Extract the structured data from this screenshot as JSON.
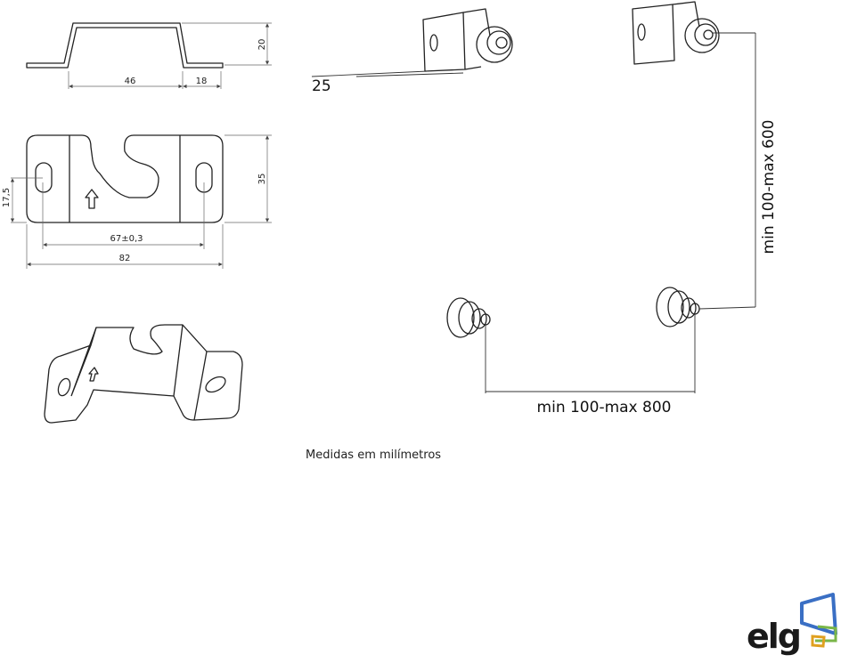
{
  "profile_view": {
    "dim_height": "20",
    "dim_center": "46",
    "dim_flange": "18"
  },
  "plate_view": {
    "dim_height": "35",
    "dim_slot_offset": "17,5",
    "dim_slot_spacing": "67±0,3",
    "dim_width": "82"
  },
  "mount_view": {
    "dim_depth": "25",
    "dim_vertical": "min 100-max 600",
    "dim_horizontal": "min 100-max 800"
  },
  "note": "Medidas em milímetros",
  "logo": {
    "text": "elg",
    "colors": [
      "#1a1a1a",
      "#3a6fc4",
      "#7ab648",
      "#e0a020"
    ]
  }
}
